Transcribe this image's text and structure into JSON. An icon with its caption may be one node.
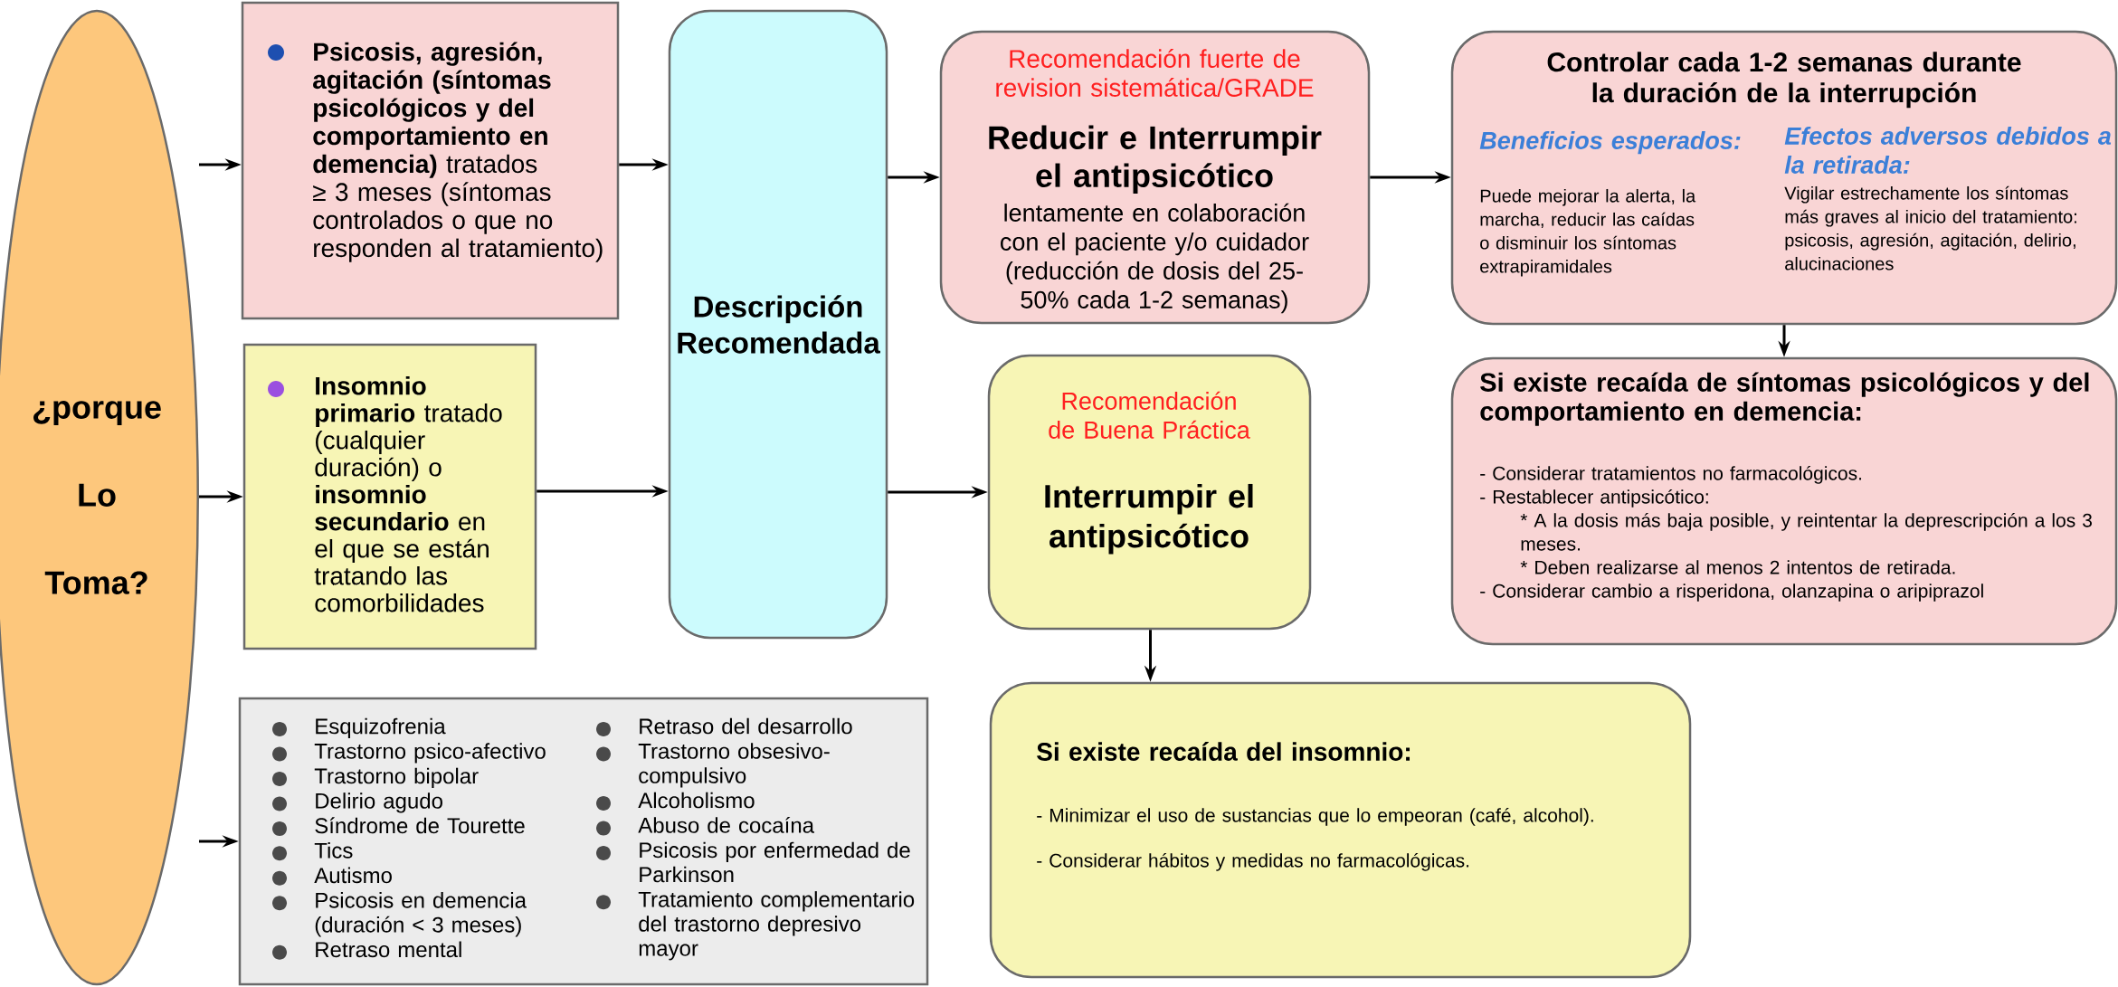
{
  "diagram": {
    "nodes": [
      {
        "text": [
          "¿porque Lo Toma?"
        ]
      },
      {
        "text": [
          "**Psicosis, agresión, agitación (síntomas psicológicos y del comportamiento en demencia)** tratados ≥ 3 meses  (síntomas controlados o que no responden al tratamiento)"
        ]
      },
      {
        "text": [
          "**Insomnio primario** tratado (cualquier duración) o **insomnio secundario** en el que se están tratando las comorbilidades"
        ]
      },
      {
        "text": [
          "Esquizofrenia",
          "Trastorno psico-afectivo",
          "Trastorno bipolar",
          "Delirio agudo",
          "Síndrome de Tourette",
          "Tics",
          "Autismo",
          "Psicosis en demencia (duración < 3 meses)",
          "Retraso mental",
          "Retraso del desarrollo",
          "Trastorno obsesivo-compulsivo",
          "Alcoholismo",
          "Abuso de cocaína",
          "Psicosis por enfermedad de Parkinson",
          "Tratamiento complementario del trastorno depresivo mayor"
        ]
      },
      {
        "text": [
          "Descripción Recomendada"
        ]
      },
      {
        "text": [
          "Recomendación fuerte de revision sistemática/GRADE",
          "Reducir e Interrumpir el antipsicótico",
          "lentamente en colaboración con el paciente y/o cuidador (reducción de dosis del 25-50%  cada 1-2 semanas)"
        ]
      },
      {
        "text": [
          "Recomendación de Buena Práctica",
          "Interrumpir el antipsicótico"
        ]
      },
      {
        "text": [
          "Controlar cada 1-2 semanas durante la duración de la interrupción",
          "Beneficios esperados:",
          "Puede mejorar la alerta, la marcha, reducir las caídas o disminuir los síntomas extrapiramidales",
          "Efectos adversos debidos a la retirada:",
          "Vigilar estrechamente los síntomas más graves al inicio del tratamiento: psicosis, agresión, agitación, delirio, alucinaciones"
        ]
      },
      {
        "text": [
          "Si existe recaída de síntomas psicológicos y del comportamiento en demencia:",
          "- Considerar tratamientos no farmacológicos.",
          "- Restablecer antipsicótico:",
          "* A la dosis más baja posible, y reintentar la deprescripción a los 3 meses.",
          "* Deben realizarse al menos 2 intentos de retirada.",
          "- Considerar cambio a risperidona, olanzapina o aripiprazol"
        ]
      },
      {
        "text": [
          "Si existe recaída del insomnio:",
          "- Minimizar el uso de sustancias que lo empeoran (café, alcohol).",
          "- Considerar hábitos y medidas no farmacológicas."
        ]
      }
    ],
    "edges": [
      {
        "from": 0,
        "to": 1,
        "arrow": "to"
      },
      {
        "from": 0,
        "to": 2,
        "arrow": "to"
      },
      {
        "from": 0,
        "to": 3,
        "arrow": "to"
      },
      {
        "from": 1,
        "to": 4,
        "arrow": "to"
      },
      {
        "from": 2,
        "to": 4,
        "arrow": "to"
      },
      {
        "from": 4,
        "to": 5,
        "arrow": "to"
      },
      {
        "from": 4,
        "to": 6,
        "arrow": "to"
      },
      {
        "from": 5,
        "to": 7,
        "arrow": "to"
      },
      {
        "from": 7,
        "to": 8,
        "arrow": "to"
      },
      {
        "from": 6,
        "to": 9,
        "arrow": "to"
      }
    ]
  }
}
